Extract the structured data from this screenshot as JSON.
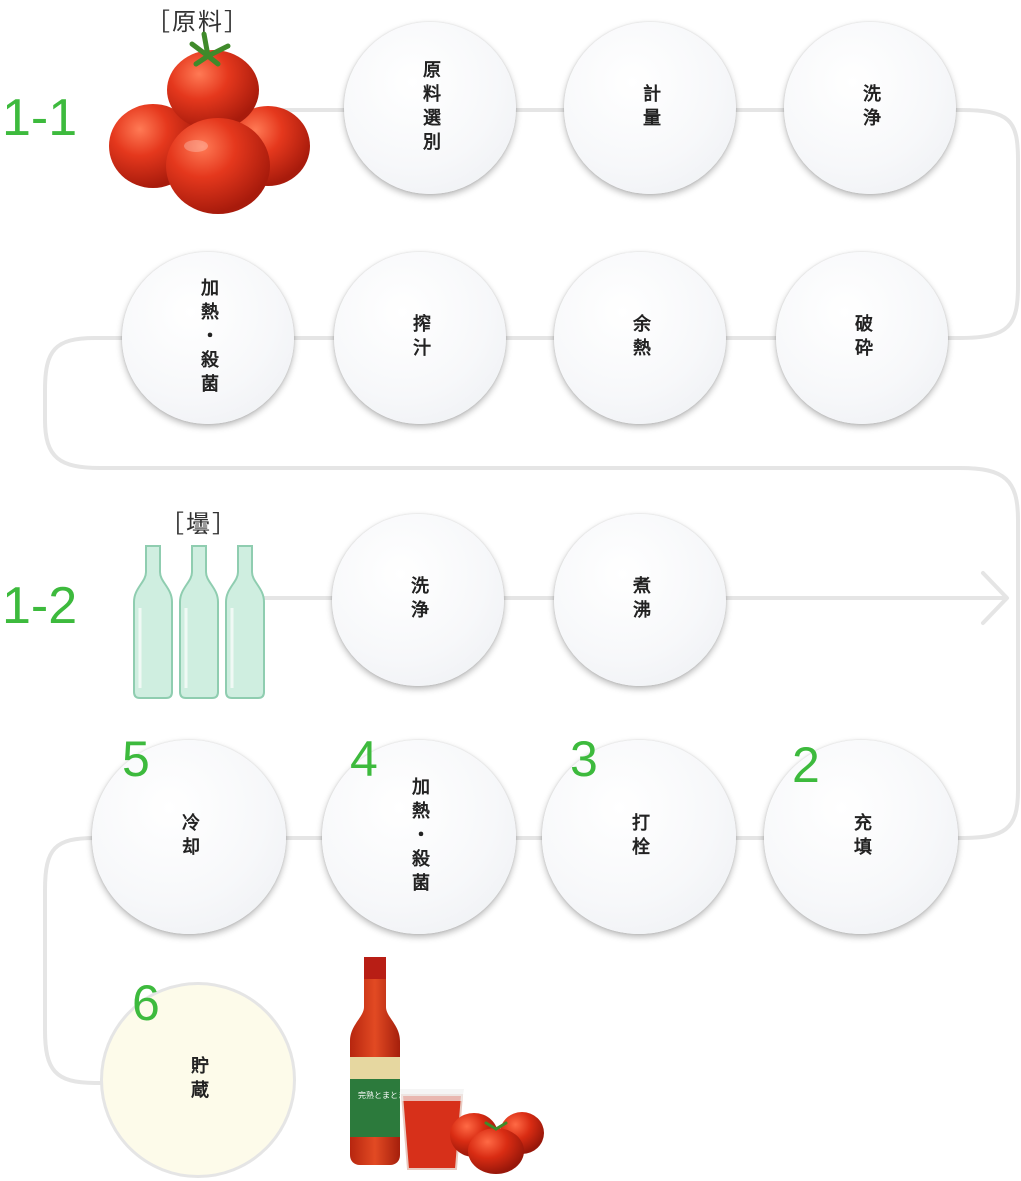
{
  "section_1_1": {
    "label": "1-1",
    "caption": "［原料］",
    "steps": [
      "原料選別",
      "計量",
      "洗浄",
      "破砕",
      "余熱",
      "搾汁",
      "加熱・殺菌"
    ]
  },
  "section_1_2": {
    "label": "1-2",
    "caption": "［壜］",
    "steps": [
      "洗浄",
      "煮沸"
    ]
  },
  "process": {
    "steps": [
      {
        "num": "2",
        "label": "充填"
      },
      {
        "num": "3",
        "label": "打栓"
      },
      {
        "num": "4",
        "label": "加熱・殺菌"
      },
      {
        "num": "5",
        "label": "冷却"
      },
      {
        "num": "6",
        "label": "貯蔵"
      }
    ]
  },
  "product": {
    "bottle_text": "完熟とまとまるごと"
  },
  "colors": {
    "accent_green": "#3dba3d",
    "line_gray": "#e5e5e5",
    "storage_fill": "#fdfbea"
  }
}
